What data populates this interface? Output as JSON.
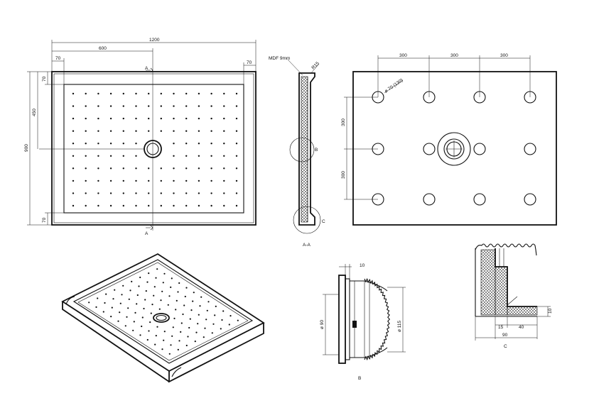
{
  "plan_view": {
    "dims": {
      "overall_width": "1200",
      "half_width": "600",
      "rim_left": "70",
      "rim_right": "70",
      "overall_height": "900",
      "half_height": "450",
      "rim_top": "70",
      "rim_bottom": "70"
    },
    "section_marker": "A",
    "drain_dot_grid": {
      "columns": 14,
      "rows": 10
    }
  },
  "section_view": {
    "material_label": "MDF 9mm",
    "radius_label": "R15",
    "detail_callout_b": "B",
    "detail_callout_c": "C",
    "caption": "A-A"
  },
  "support_view": {
    "dims": {
      "spacing_1": "300",
      "spacing_2": "300",
      "spacing_3": "300",
      "vertical_1": "300",
      "vertical_2": "300",
      "foot_diameter": "ø 70 (130)"
    },
    "foot_grid": {
      "columns": 4,
      "rows": 3
    }
  },
  "detail_b": {
    "dims": {
      "top_offset": "10",
      "inner_diameter": "ø 90",
      "outer_diameter": "ø 115"
    },
    "caption": "B"
  },
  "detail_c": {
    "dims": {
      "inner_width": "15",
      "edge_width": "40",
      "total_width": "90",
      "thickness": "10"
    },
    "caption": "C"
  }
}
